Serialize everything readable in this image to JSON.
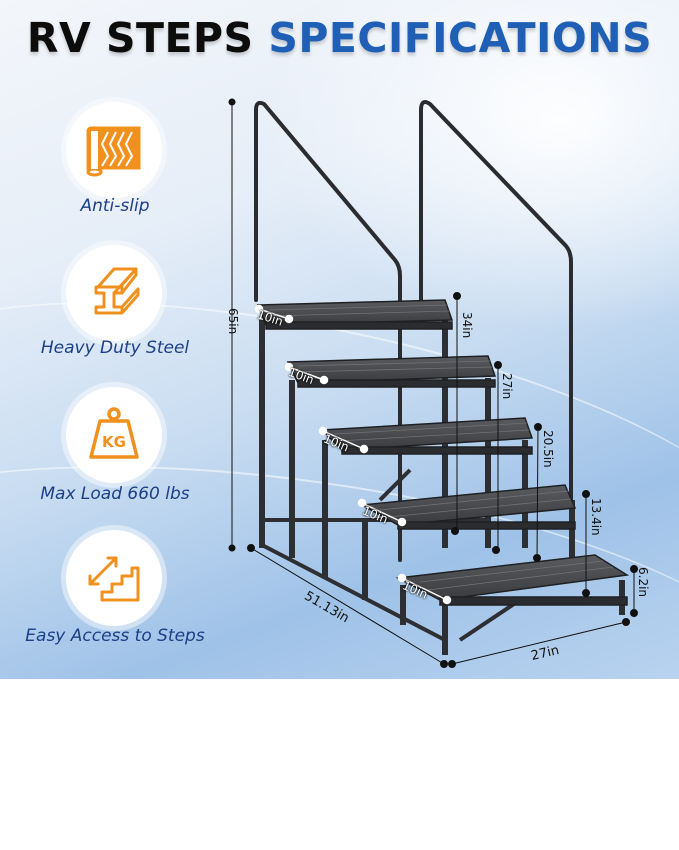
{
  "title": {
    "part1": "RV STEPS",
    "part2": "SPECIFICATIONS"
  },
  "colors": {
    "title_black": "#0c0c0c",
    "title_blue": "#1f5fb5",
    "icon_orange": "#f0901e",
    "label_blue": "#1c3f86"
  },
  "features": [
    {
      "label": "Anti-slip",
      "icon": "anti-slip-mat-icon"
    },
    {
      "label": "Heavy Duty Steel",
      "icon": "steel-beam-icon"
    },
    {
      "label": "Max Load 660 lbs",
      "icon": "kg-weight-icon",
      "icon_text": "KG"
    },
    {
      "label": "Easy Access to Steps",
      "icon": "stairs-arrow-icon"
    }
  ],
  "dimensions": {
    "total_height": "65in",
    "step_depths": [
      "10in",
      "10in",
      "10in",
      "10in",
      "10in"
    ],
    "step_heights": [
      "34in",
      "27in",
      "20.5in",
      "13.4in",
      "6.2in"
    ],
    "length": "51.13in",
    "width": "27in"
  }
}
